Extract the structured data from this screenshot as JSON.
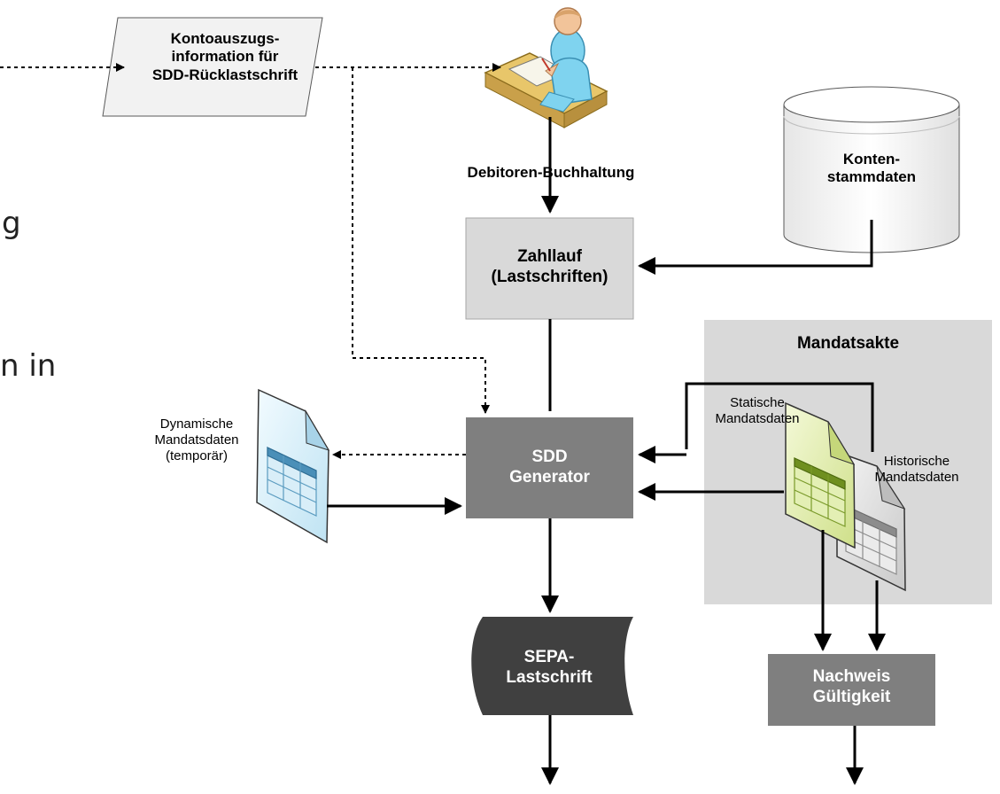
{
  "diagram": {
    "clipped_left_text": [
      "g",
      "n in"
    ],
    "input_statement": "Kontoauszugs-\ninformation für\nSDD-Rücklastschrift",
    "accounting_label": "Debitoren-Buchhaltung",
    "account_master": "Konten-\nstammdaten",
    "payment_run": "Zahllauf\n(Lastschriften)",
    "mandate_file_title": "Mandatsakte",
    "static_mandate": "Statische\nMandatsdaten",
    "historic_mandate": "Historische\nMandatsdaten",
    "dynamic_mandate": "Dynamische\nMandatsdaten\n(temporär)",
    "generator": "SDD\nGenerator",
    "sepa_output": "SEPA-\nLastschrift",
    "validity_proof": "Nachweis\nGültigkeit"
  },
  "colors": {
    "light_gray_box": "#d9d9d9",
    "mid_gray_box": "#7f7f7f",
    "dark_box": "#404040",
    "mandate_panel": "#d9d9d9"
  }
}
